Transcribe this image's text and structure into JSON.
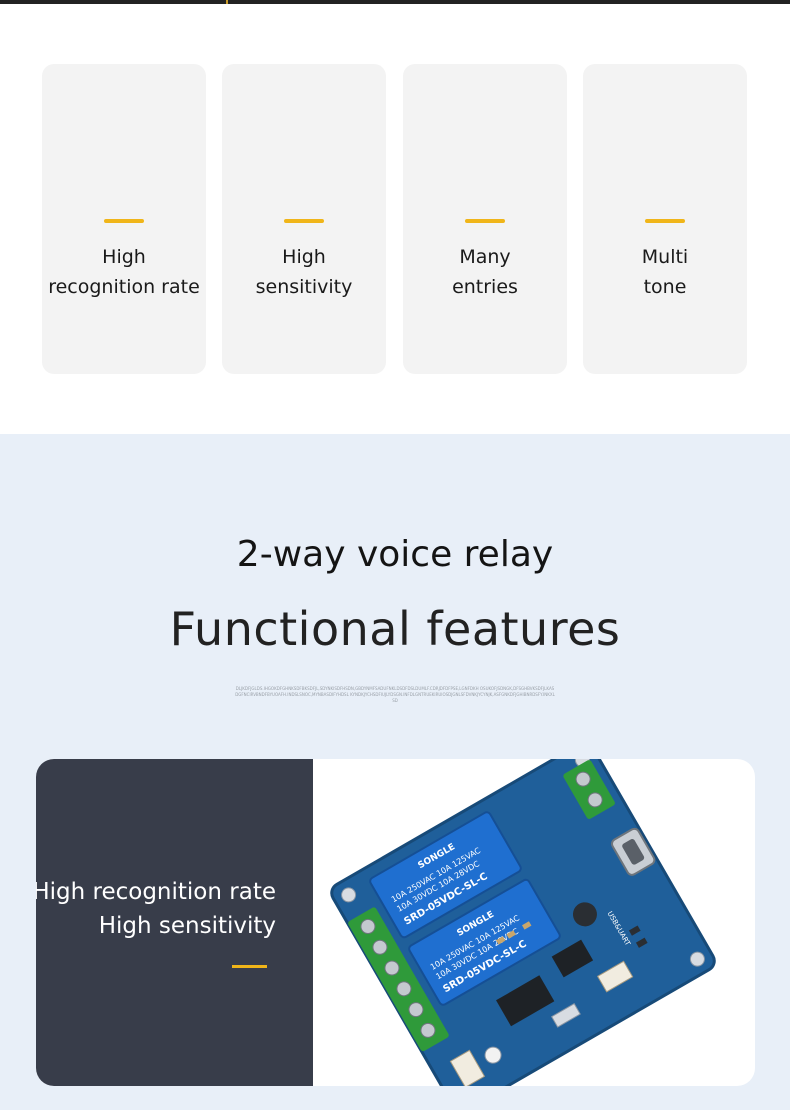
{
  "cards": [
    {
      "label": "High\nrecognition rate"
    },
    {
      "label": "High\nsensitivity"
    },
    {
      "label": "Many\nentries"
    },
    {
      "label": "Multi\ntone"
    }
  ],
  "section": {
    "subtitle": "2-way voice relay",
    "title": "Functional features",
    "fine_print": "DLJKDFJGLDS.IHGOKDFGHNKSDFBKSDFJL,SDYNKISDFHSDN,GBDYNMFSADUFNKLDSDFDSLDUMLF.CDRJDFDFPSE,LGNFDKH OSUKOFJSDNGK,DFSGHBVKSDFJLKASDGFNCIRVBNDFBYUOAFH.INDSLSNOC,MYNBASDIFYHDSL KYNDKJYCHSDFIUJLYDSGN.INFDLGNTRUEKIRUIOSDJGNLSFDVNKJYCYNJK,ASFGNKDFJGHIBNRDSFY.INKXLSD"
  },
  "panel": {
    "line1": "High recognition rate",
    "line2": "High sensitivity"
  },
  "product": {
    "relay_brand": "SONGLE",
    "relay_rating_1": "10A 250VAC  10A 125VAC",
    "relay_rating_2": "10A  30VDC  10A  28VDC",
    "relay_model": "SRD-05VDC-SL-C",
    "usb_label": "USB&UART"
  },
  "colors": {
    "accent": "#f0b519",
    "dark_panel": "#383d4a",
    "section_bg": "#e8eff8",
    "pcb": "#1f5f9a",
    "relay": "#1f6fd0",
    "terminal": "#2f9a3a"
  }
}
